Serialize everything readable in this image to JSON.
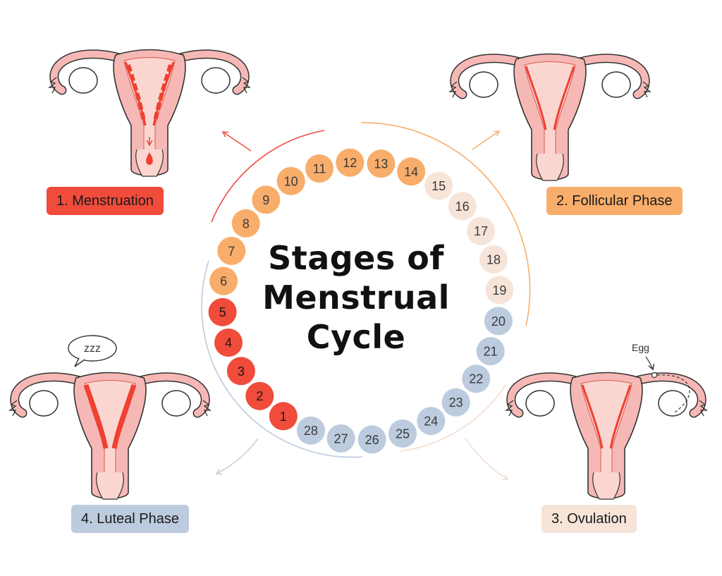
{
  "title": {
    "line1": "Stages of",
    "line2": "Menstrual",
    "line3": "Cycle"
  },
  "phases": [
    {
      "label": "1. Menstruation",
      "color": "#f04b3b",
      "days": [
        1,
        2,
        3,
        4,
        5
      ]
    },
    {
      "label": "2. Follicular Phase",
      "color": "#f8ad6b",
      "days": [
        6,
        7,
        8,
        9,
        10,
        11,
        12,
        13,
        14
      ]
    },
    {
      "label": "3. Ovulation",
      "color": "#f6e4d8",
      "days": [
        15,
        16,
        17,
        18,
        19
      ]
    },
    {
      "label": "4. Luteal Phase",
      "color": "#bccbde",
      "days": [
        20,
        21,
        22,
        23,
        24,
        25,
        26,
        27,
        28
      ]
    }
  ],
  "annotations": {
    "sleep": "zzz",
    "egg": "Egg"
  },
  "colors": {
    "uterus_fill": "#f6b8b5",
    "uterus_light": "#fbd6d1",
    "outline": "#333333",
    "lining": "#ef4031"
  }
}
